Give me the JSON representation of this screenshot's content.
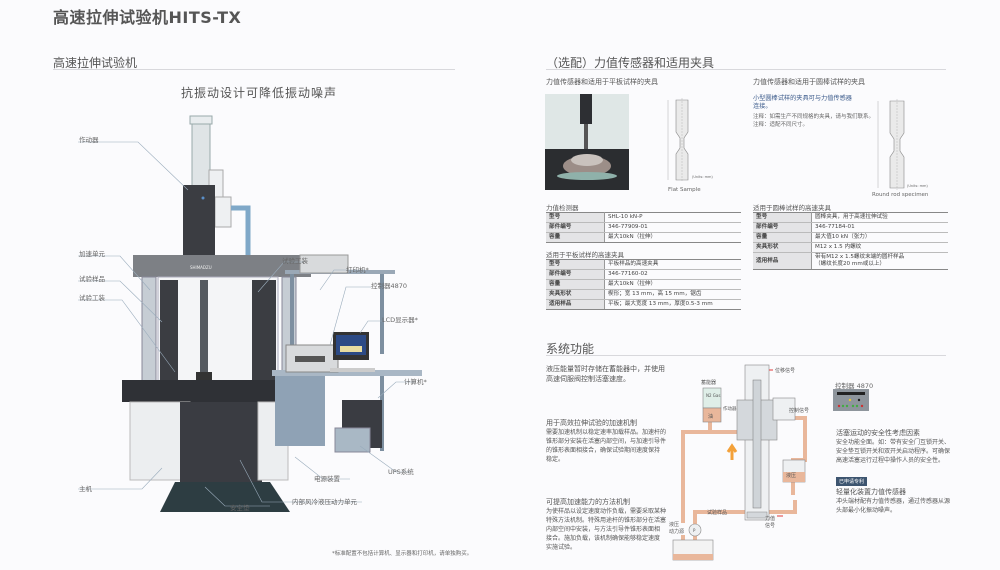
{
  "page": {
    "title": "高速拉伸试验机HITS-TX"
  },
  "left": {
    "section_title": "高速拉伸试验机",
    "subtitle": "抗振动设计可降低振动噪声",
    "callouts": {
      "actuator": "作动器",
      "accel_unit": "加速单元",
      "specimen": "试验样品",
      "fixture_left": "试验工装",
      "fixture_top": "试验工装",
      "printer": "打印机*",
      "controller": "控制器4870",
      "lcd": "LCD显示器*",
      "computer": "计算机*",
      "main_unit": "主机",
      "safety_mat": "安全垫",
      "hydraulic": "内部风冷液压动力单元",
      "power": "电源装置",
      "ups": "UPS系统"
    },
    "brand_on_crosshead": "SHIMADZU",
    "footnote": "*标准配置不包括计算机、显示器和打印机，请单独购买。"
  },
  "right": {
    "section_title": "（选配）力值传感器和适用夹具",
    "flat_heading": "力值传感器和适用于平板试样的夹具",
    "round_heading": "力值传感器和适用于圆棒试样的夹具",
    "round_note_title": "小型圆棒试样的夹具可与力值传感器连接。",
    "round_note_lines": [
      "注释：如需生产不同规格的夹具，请与我们联系。",
      "注释：适配不同尺寸。"
    ],
    "flat_sample_caption": "Flat Sample",
    "round_sample_caption": "Round rod specimen",
    "units_label": "(Units: mm)",
    "load_cell": {
      "caption": "力值检测器",
      "rows": [
        {
          "k": "型号",
          "v": "SHL-10 kN-P"
        },
        {
          "k": "部件编号",
          "v": "346-77909-01"
        },
        {
          "k": "容量",
          "v": "最大10kN（拉伸）"
        }
      ]
    },
    "flat_grip": {
      "caption": "适用于平板试样的高速夹具",
      "rows": [
        {
          "k": "型号",
          "v": "平板样品的高速夹具"
        },
        {
          "k": "部件编号",
          "v": "346-77160-02"
        },
        {
          "k": "容量",
          "v": "最大10kN（拉伸）"
        },
        {
          "k": "夹具形状",
          "v": "楔形；宽 13 mm，高 15 mm，锯齿"
        },
        {
          "k": "适用样品",
          "v": "平板；最大宽度 13 mm，厚度0.5-3 mm"
        }
      ]
    },
    "round_grip": {
      "caption": "适用于圆棒试样的高速夹具",
      "rows": [
        {
          "k": "型号",
          "v": "圆棒夹具，用于高速拉伸试验"
        },
        {
          "k": "部件编号",
          "v": "346-77184-01"
        },
        {
          "k": "容量",
          "v": "最大值10 kN（张力）"
        },
        {
          "k": "夹具形状",
          "v": "M12 x 1.5 内螺纹"
        },
        {
          "k": "适用样品",
          "v": "带有M12 x 1.5螺纹末端的圆杆样品",
          "v2": "（螺纹长度20 mm或以上）"
        }
      ]
    },
    "system": {
      "title": "系统功能",
      "intro": [
        "液压能量暂时存储在蓄能器中，并使用",
        "高速伺服阀控制活塞速度。"
      ],
      "accel_title": "用于高效拉伸试验的加速机制",
      "accel_body": [
        "需要加速机制以稳定速率加载样品。加速杆的",
        "锥形部分安装在活塞内部空间，与加速引导件",
        "的锥形表面相接合，确保试验期间速度保持",
        "稳定。"
      ],
      "method_title": "可提高加速能力的方法机制",
      "method_body": [
        "为使样品以设定速度动作负载，需要采取某种",
        "特殊方法机制。特殊用途杆的锥形部分在活塞",
        "内部空间中安装，与方法引导件锥形表面相",
        "接合。施加负载，该机制确保能够稳定速度",
        "实施试验。"
      ],
      "safety_title": "活塞运动的安全性考虑因素",
      "safety_body": [
        "安全功能全面。如：带有安全门互锁开关、",
        "安全垫互锁开关和双开关启动程序。可确保",
        "高速活塞运行过程中操作人员的安全性。"
      ],
      "badge": "已申请专利",
      "sensor_title": "轻量化装置力值传感器",
      "sensor_body": [
        "冲头端材配有力值传感器，通过传感器从源",
        "头部最小化振动噪声。"
      ],
      "diagram": {
        "accumulator": "蓄能器",
        "n2_gas": "N2 Gas",
        "oil": "油",
        "actuator": "作动器",
        "displacement_signal": "位移信号",
        "control_signal": "控制信号",
        "hydraulic": "液压",
        "controller": "控制器 4870",
        "specimen": "试验样品",
        "force_signal_1": "力值",
        "force_signal_2": "信号",
        "power_src_1": "液压",
        "power_src_2": "动力源",
        "pump": "P"
      }
    }
  },
  "colors": {
    "pipe": "#e9b79b",
    "arrow_orange": "#f3a13a",
    "signal_red": "#e23b3b",
    "badge_bg": "#3d5570"
  }
}
